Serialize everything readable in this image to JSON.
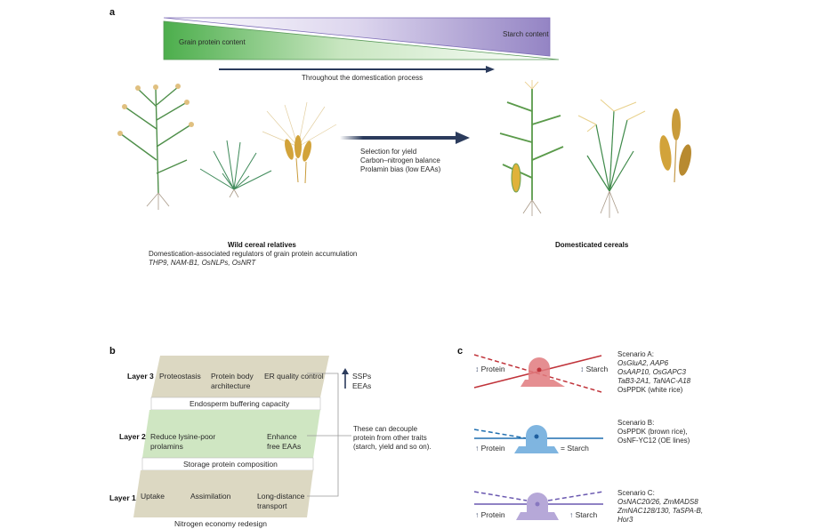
{
  "panel_a": {
    "letter": "a",
    "gradient": {
      "left_label": "Grain protein content",
      "right_label": "Starch content",
      "protein_color": "#4cae4c",
      "starch_color": "#9484c4"
    },
    "timeline_label": "Throughout the domestication process",
    "arrow_color": "#2b3b5c",
    "selection_lines": [
      "Selection for yield",
      "Carbon–nitrogen balance",
      "Prolamin bias (low EAAs)"
    ],
    "wild": {
      "title": "Wild cereal relatives",
      "subtitle": "Domestication-associated regulators of grain protein accumulation",
      "genes": "THP9, NAM-B1, OsNLPs, OsNRT"
    },
    "domesticated": {
      "title": "Domesticated cereals"
    }
  },
  "panel_b": {
    "letter": "b",
    "layers": [
      {
        "label": "Layer 3",
        "items": [
          "Proteostasis",
          "Protein body architecture",
          "ER quality control"
        ],
        "footer": "Endosperm buffering capacity",
        "color": "#dcd8c2"
      },
      {
        "label": "Layer 2",
        "items": [
          "Reduce lysine-poor prolamins",
          "Enhance free EAAs"
        ],
        "footer": "Storage protein composition",
        "color": "#cfe6c2"
      },
      {
        "label": "Layer 1",
        "items": [
          "Uptake",
          "Assimilation",
          "Long-distance transport"
        ],
        "footer": "Nitrogen economy redesign",
        "color": "#dcd8c2"
      }
    ],
    "arrow_labels": [
      "SSPs",
      "EEAs"
    ],
    "note": [
      "These can decouple",
      "protein from other traits",
      "(starch, yield and so on)."
    ]
  },
  "panel_c": {
    "letter": "c",
    "scenarios": [
      {
        "color": "#e07a7e",
        "line_color": "#c0333a",
        "left_label": "Protein",
        "right_label": "Starch",
        "left_symbol": "↕",
        "right_symbol": "↕",
        "title": "Scenario A:",
        "genes": [
          "OsGluA2, AAP6",
          "OsAAP10, OsGAPC3",
          "TaB3-2A1, TaNAC-A18",
          "OsPPDK (white rice)"
        ]
      },
      {
        "color": "#7fb5e0",
        "line_color": "#1f6fb0",
        "left_label": "Protein",
        "right_label": "Starch",
        "left_symbol": "↑",
        "right_symbol": "=",
        "title": "Scenario B:",
        "genes": [
          "OsPPDK (brown rice),",
          "OsNF-YC12 (OE lines)"
        ]
      },
      {
        "color": "#b6a8d8",
        "line_color": "#6a58b0",
        "left_label": "Protein",
        "right_label": "Starch",
        "left_symbol": "↑",
        "right_symbol": "↑",
        "title": "Scenario C:",
        "genes": [
          "OsNAC20/26, ZmMADS8",
          "ZmNAC128/130, TaSPA-B,",
          "Hor3"
        ]
      }
    ]
  }
}
